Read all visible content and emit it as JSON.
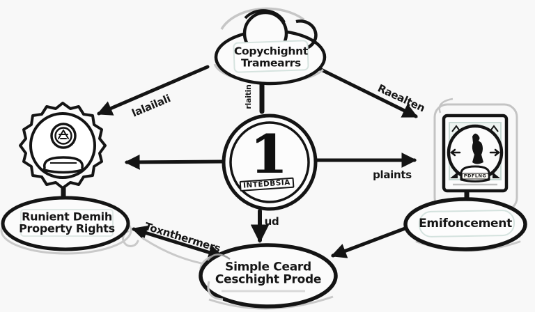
{
  "diagram": {
    "cloud": {
      "line1": "Copychighnt",
      "line2": "Tramearrs"
    },
    "center_medal": {
      "numeral": "1",
      "caption": "INTEDBSIA"
    },
    "left_ellipse": {
      "line1": "Runient Demih",
      "line2": "Property Rights"
    },
    "right_ellipse": {
      "label": "Emifoncement"
    },
    "bottom_ellipse": {
      "line1": "Simple Ceard",
      "line2": "Ceschight Prode"
    },
    "stamp": {
      "caption": "PDFLNG"
    },
    "icons": {
      "left": "award-seal-icon",
      "right": "stamp-frame-icon",
      "top": "cloud-shape",
      "center": "medal-circle"
    },
    "edge_labels": {
      "cloud_to_seal": "lalailali",
      "cloud_to_stamp": "Raealten",
      "cloud_to_medal": "rlaitin",
      "medal_to_stamp": "plaints",
      "medal_to_bottom": "ud",
      "left_to_bottom": "Toxnthermers"
    },
    "colors": {
      "ink": "#141414",
      "sketch_gray": "#c9c9c9",
      "paper": "#f8f8f8",
      "plate_border": "#d6e3df"
    }
  }
}
